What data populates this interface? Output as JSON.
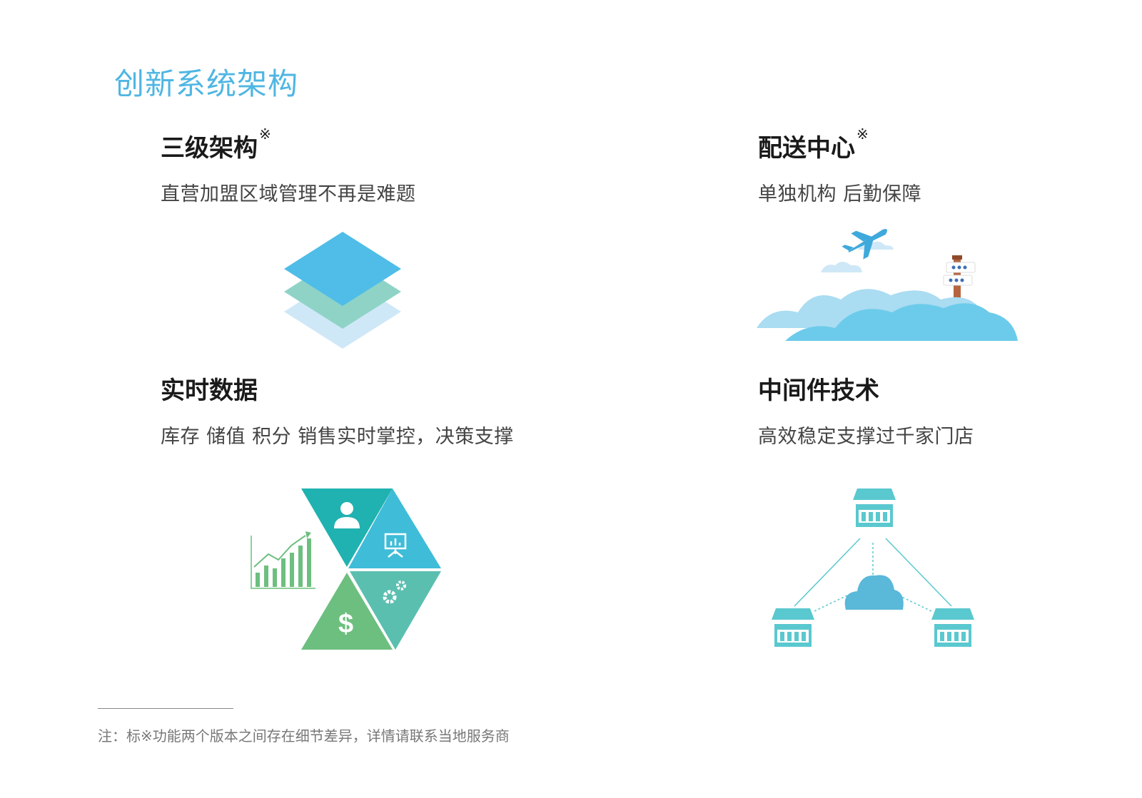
{
  "page": {
    "title": "创新系统架构"
  },
  "features": [
    {
      "title": "三级架构",
      "mark": "※",
      "desc": "直营加盟区域管理不再是难题",
      "icon": "layers-icon"
    },
    {
      "title": "配送中心",
      "mark": "※",
      "desc": "单独机构 后勤保障",
      "icon": "airplane-clouds-icon"
    },
    {
      "title": "实时数据",
      "mark": "",
      "desc": "库存 储值 积分 销售实时掌控，决策支撑",
      "icon": "data-triangles-icon"
    },
    {
      "title": "中间件技术",
      "mark": "",
      "desc": "高效稳定支撑过千家门店",
      "icon": "store-network-icon"
    }
  ],
  "footnote": "注：标※功能两个版本之间存在细节差异，详情请联系当地服务商",
  "colors": {
    "accent": "#4fb6e3",
    "layer_top": "#4fbde8",
    "layer_mid": "#8fd3c7",
    "layer_bottom": "#cfe8f7",
    "teal": "#20b2b0",
    "sky": "#3fbcd8",
    "green_teal": "#5bbfb0",
    "green": "#6dbf7f",
    "store": "#5ac8cf"
  },
  "icon_glyphs": {
    "dollar": "$"
  }
}
